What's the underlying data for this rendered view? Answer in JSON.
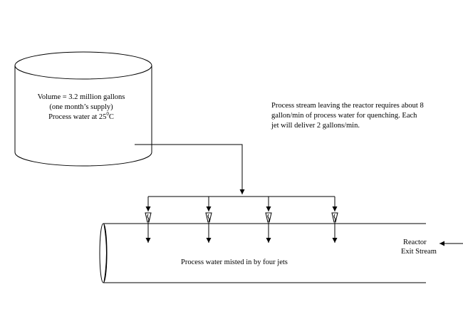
{
  "tank": {
    "line1": "Volume = 3.2 million gallons",
    "line2": "(one month’s supply)",
    "line3_prefix": "Process water at 25",
    "line3_sup": "0",
    "line3_suffix": "C"
  },
  "note": {
    "line1": "Process stream leaving the reactor requires about 8",
    "line2": "gallon/min of process water for quenching.  Each",
    "line3": "jet will deliver 2 gallons/min."
  },
  "pipe_label": "Process water misted in by four jets",
  "reactor_label": {
    "line1": "Reactor",
    "line2": "Exit Stream"
  },
  "jet_count": 4
}
